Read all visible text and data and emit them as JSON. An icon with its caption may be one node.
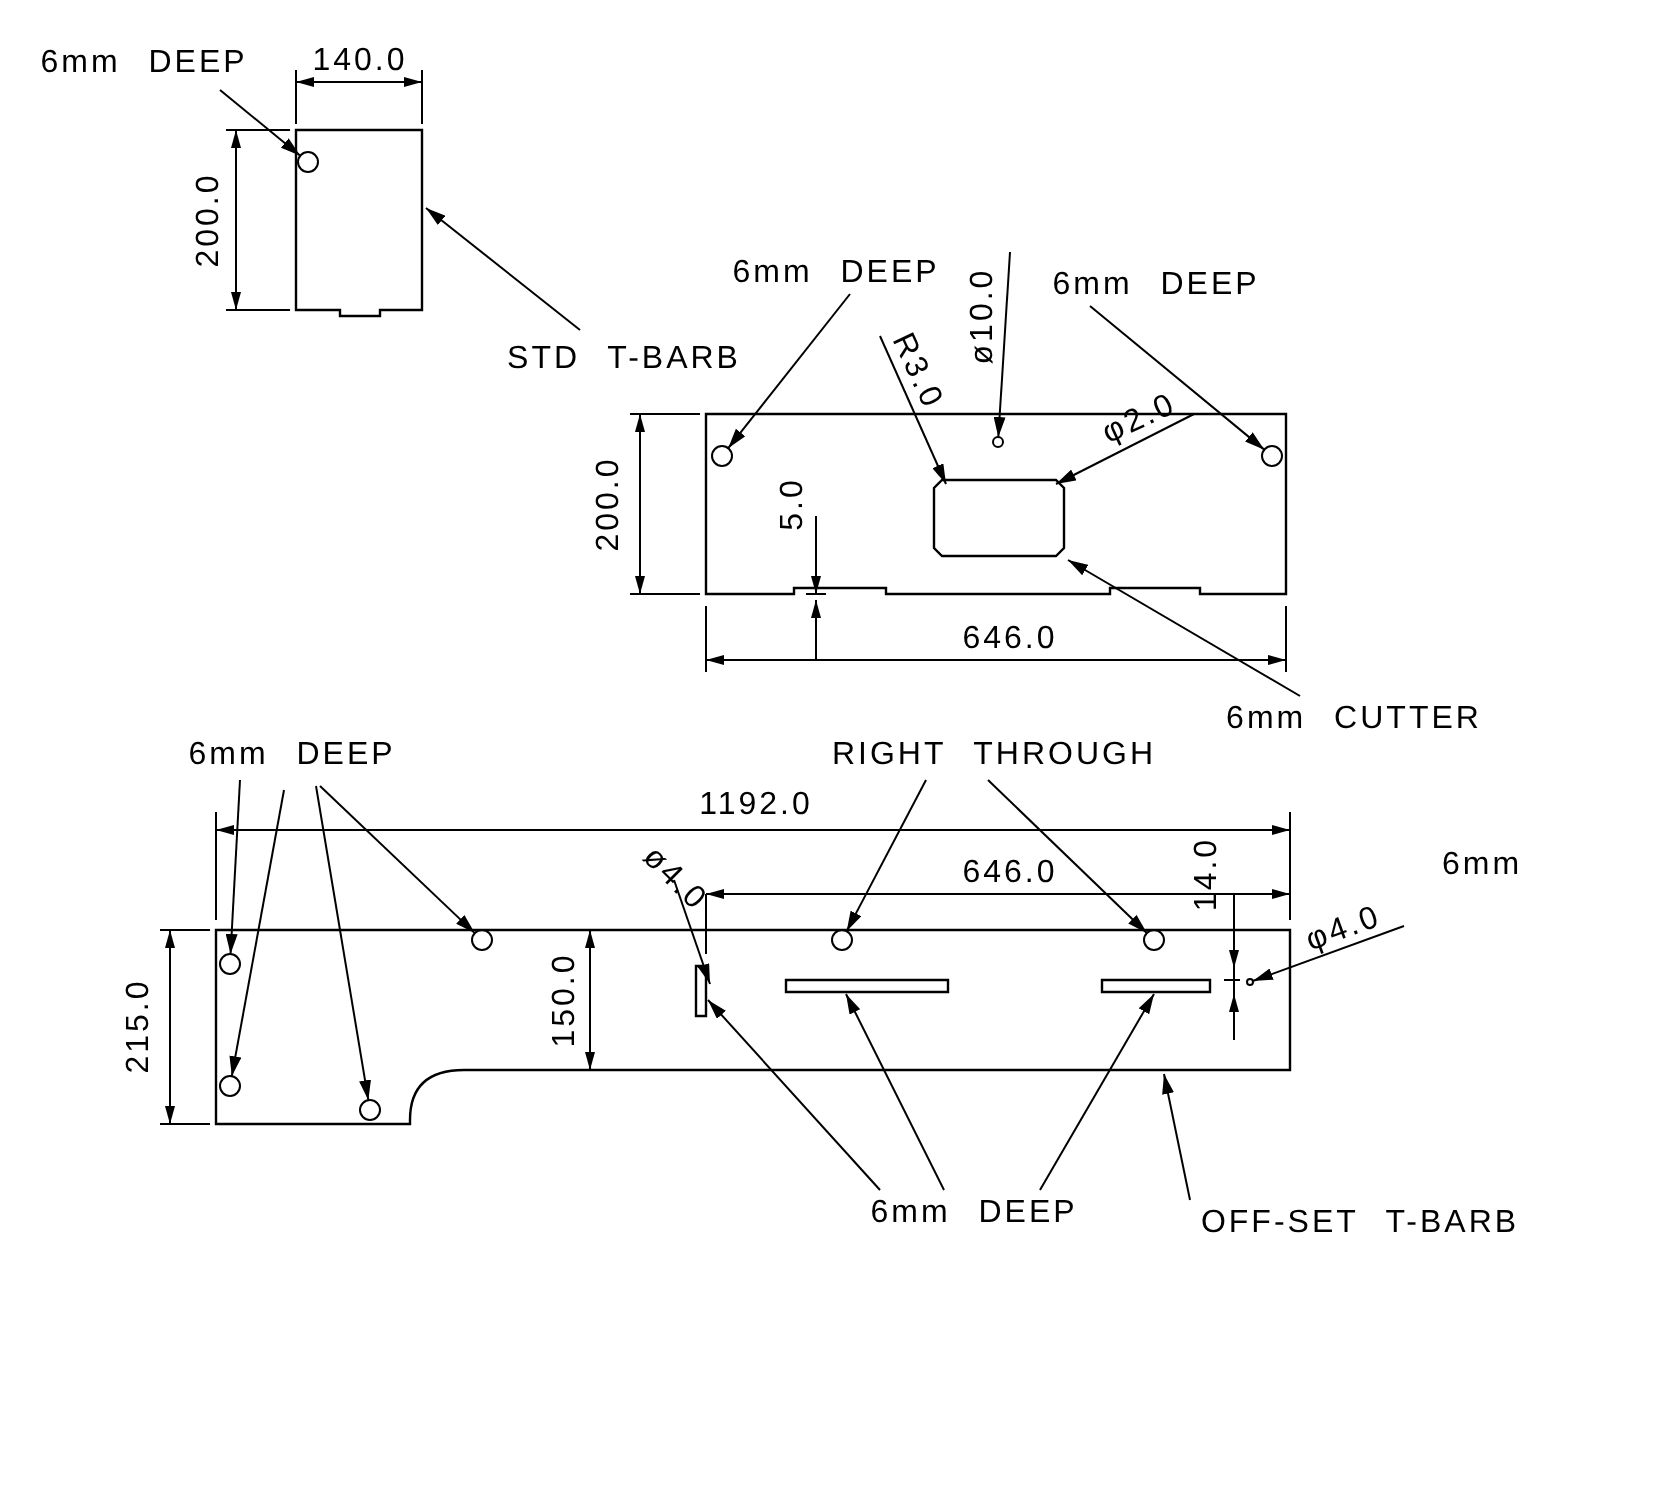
{
  "diagram": {
    "nodes": [
      {
        "text": [
          "6mm DEEP"
        ]
      },
      {
        "text": [],
        "shape": "box"
      },
      {
        "text": [],
        "shape": "circle",
        "in": 1
      },
      {
        "text": [
          "STD T-BARB"
        ]
      },
      {
        "text": [],
        "shape": "box"
      },
      {
        "text": [],
        "shape": "circle",
        "in": 4
      },
      {
        "text": [],
        "shape": "circle",
        "in": 4
      },
      {
        "text": [],
        "shape": "box",
        "in": 4
      },
      {
        "text": [],
        "shape": "circle",
        "in": 4
      },
      {
        "text": [
          "6mm DEEP"
        ]
      },
      {
        "text": [
          "6mm DEEP"
        ]
      },
      {
        "text": [
          "R3.0"
        ]
      },
      {
        "text": [
          "ø10.0"
        ]
      },
      {
        "text": [
          "φ2.0"
        ]
      },
      {
        "text": [
          "6mm CUTTER"
        ]
      },
      {
        "text": [],
        "shape": "box"
      },
      {
        "text": [],
        "shape": "circle",
        "in": 15
      },
      {
        "text": [],
        "shape": "circle",
        "in": 15
      },
      {
        "text": [],
        "shape": "circle",
        "in": 15
      },
      {
        "text": [],
        "shape": "circle",
        "in": 15
      },
      {
        "text": [],
        "shape": "circle",
        "in": 15
      },
      {
        "text": [],
        "shape": "circle",
        "in": 15
      },
      {
        "text": [],
        "shape": "box",
        "in": 15
      },
      {
        "text": [],
        "shape": "box",
        "in": 15
      },
      {
        "text": [],
        "shape": "box",
        "in": 15
      },
      {
        "text": [],
        "shape": "circle",
        "in": 15
      },
      {
        "text": [
          "6mm DEEP"
        ]
      },
      {
        "text": [
          "RIGHT THROUGH"
        ]
      },
      {
        "text": [
          "ø4.0"
        ]
      },
      {
        "text": [
          "6mm DEEP"
        ]
      },
      {
        "text": [
          "OFF-SET T-BARB"
        ]
      },
      {
        "text": [
          "φ4.0"
        ]
      }
    ],
    "edges": [
      {
        "from": 0,
        "to": 2,
        "arrow": "to"
      },
      {
        "from": 3,
        "to": 1,
        "arrow": "to"
      },
      {
        "from": 9,
        "to": 5,
        "arrow": "to"
      },
      {
        "from": 10,
        "to": 6,
        "arrow": "to"
      },
      {
        "from": 11,
        "to": 7,
        "arrow": "to"
      },
      {
        "from": 12,
        "to": 8,
        "arrow": "to"
      },
      {
        "from": 13,
        "to": 7,
        "arrow": "to"
      },
      {
        "from": 14,
        "to": 7,
        "arrow": "to"
      },
      {
        "from": 26,
        "to": 16,
        "arrow": "to"
      },
      {
        "from": 26,
        "to": 17,
        "arrow": "to"
      },
      {
        "from": 26,
        "to": 18,
        "arrow": "to"
      },
      {
        "from": 26,
        "to": 19,
        "arrow": "to"
      },
      {
        "from": 27,
        "to": 20,
        "arrow": "to"
      },
      {
        "from": 27,
        "to": 21,
        "arrow": "to"
      },
      {
        "from": 28,
        "to": 22,
        "arrow": "to"
      },
      {
        "from": 29,
        "to": 22,
        "arrow": "to"
      },
      {
        "from": 29,
        "to": 23,
        "arrow": "to"
      },
      {
        "from": 29,
        "to": 24,
        "arrow": "to"
      },
      {
        "from": 30,
        "to": 15,
        "arrow": "to"
      },
      {
        "from": 31,
        "to": 25,
        "arrow": "to"
      }
    ],
    "labels": [
      "140.0",
      "200.0",
      "200.0",
      "5.0",
      "646.0",
      "1192.0",
      "646.0",
      "14.0",
      "6mm",
      "215.0",
      "150.0"
    ]
  }
}
